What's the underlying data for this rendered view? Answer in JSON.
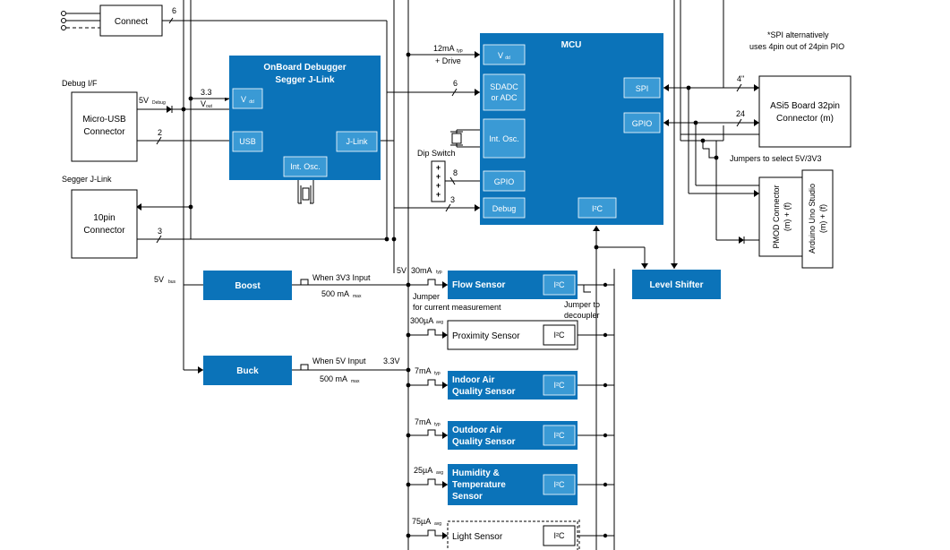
{
  "labels": {
    "debug_if": "Debug I/F",
    "segger_jlink": "Segger J-Link",
    "v5_debug": "5V",
    "v5_debug_sub": "Debug",
    "v33": "3.3",
    "vout": "V",
    "vout_sub": "out",
    "n6_top": "6",
    "n2": "2",
    "n3_left": "3",
    "n6_mcu": "6",
    "n8": "8",
    "n3_mcu": "3",
    "n4": "4\"",
    "n24": "24",
    "cur_12ma": "12mA",
    "cur_12ma_sub": "typ",
    "drive": "+ Drive",
    "dip_switch": "Dip Switch",
    "spi_note_1": "*SPI alternatively",
    "spi_note_2": "uses 4pin out of 24pin PIO",
    "jumpers_select": "Jumpers to select 5V/3V3",
    "v5_bus": "5V",
    "v5_bus_sub": "bus",
    "when_3v3": "When 3V3 Input",
    "ma500_a": "500 mA",
    "max_a": "max",
    "when_5v": "When 5V Input",
    "ma500_b": "500 mA",
    "max_b": "max",
    "v5_flow": "5V",
    "v33_buck": "3.3V",
    "cur_30ma": "30mA",
    "typ_30": "typ",
    "jumper_cur_1": "Jumper",
    "jumper_cur_2": "for current measurement",
    "jumper_dec_1": "Jumper to",
    "jumper_dec_2": "decoupler",
    "cur_300ua": "300µA",
    "avg_300": "avg",
    "cur_7ma_a": "7mA",
    "typ_7a": "typ",
    "cur_7ma_b": "7mA",
    "typ_7b": "typ",
    "cur_25ua": "25µA",
    "avg_25": "avg",
    "cur_75ua": "75µA",
    "avg_75": "avg"
  },
  "blocks": {
    "connect": "Connect",
    "micro_usb_1": "Micro-USB",
    "micro_usb_2": "Connector",
    "pin10_1": "10pin",
    "pin10_2": "Connector",
    "debugger_1": "OnBoard Debugger",
    "debugger_2": "Segger J-Link",
    "dbg_vdd": "V",
    "dbg_vdd_sub": "dd",
    "dbg_usb": "USB",
    "dbg_jlink": "J-Link",
    "dbg_osc": "Int. Osc.",
    "mcu": "MCU",
    "mcu_vdd": "V",
    "mcu_vdd_sub": "dd",
    "mcu_sdadc_1": "SDADC",
    "mcu_sdadc_2": "or ADC",
    "mcu_osc": "Int. Osc.",
    "mcu_gpio_l": "GPIO",
    "mcu_debug": "Debug",
    "mcu_spi": "SPI",
    "mcu_gpio_r": "GPIO",
    "mcu_i2c": "I²C",
    "asi5_1": "ASi5 Board 32pin",
    "asi5_2": "Connector (m)",
    "pmod_1": "PMOD Connector",
    "pmod_2": "(m) + (f)",
    "arduino_1": "Arduino Uno Studio",
    "arduino_2": "(m) + (f)",
    "boost": "Boost",
    "buck": "Buck",
    "level_shifter": "Level Shifter",
    "flow": "Flow Sensor",
    "proximity": "Proximity Sensor",
    "indoor_1": "Indoor Air",
    "indoor_2": "Quality Sensor",
    "outdoor_1": "Outdoor Air",
    "outdoor_2": "Quality Sensor",
    "humidity_1": "Humidity &",
    "humidity_2": "Temperature",
    "humidity_3": "Sensor",
    "light": "Light Sensor",
    "i2c": "I²C"
  }
}
